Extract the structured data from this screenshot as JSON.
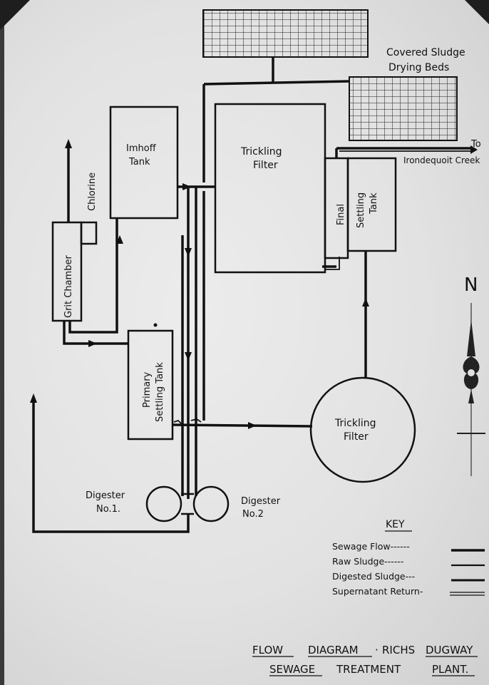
{
  "diagram": {
    "title_line1": {
      "w1": "FLOW",
      "w2": "DIAGRAM",
      "w3": "RICHS",
      "w4": "DUGWAY"
    },
    "title_line2": {
      "w1": "SEWAGE",
      "w2": "TREATMENT",
      "w3": "PLANT."
    },
    "nodes": {
      "drying_beds_line1": "Covered Sludge",
      "drying_beds_line2": "Drying Beds",
      "imhoff_line1": "Imhoff",
      "imhoff_line2": "Tank",
      "trickling_top_line1": "Trickling",
      "trickling_top_line2": "Filter",
      "trickling_round_line1": "Trickling",
      "trickling_round_line2": "Filter",
      "grit_chamber": "Grit Chamber",
      "chlorine": "Chlorine",
      "primary_line1": "Primary",
      "primary_line2": "Settling Tank",
      "final_line1": "Final",
      "final_line2": "Settling",
      "final_line3": "Tank",
      "digester1_line1": "Digester",
      "digester1_line2": "No.1.",
      "digester2_line1": "Digester",
      "digester2_line2": "No.2",
      "outlet_to": "To",
      "outlet_dest": "Irondequoit Creek"
    },
    "key": {
      "title": "KEY",
      "items": [
        "Sewage Flow------",
        "Raw Sludge------",
        "Digested Sludge---",
        "Supernatant Return-"
      ]
    },
    "north": "N"
  }
}
